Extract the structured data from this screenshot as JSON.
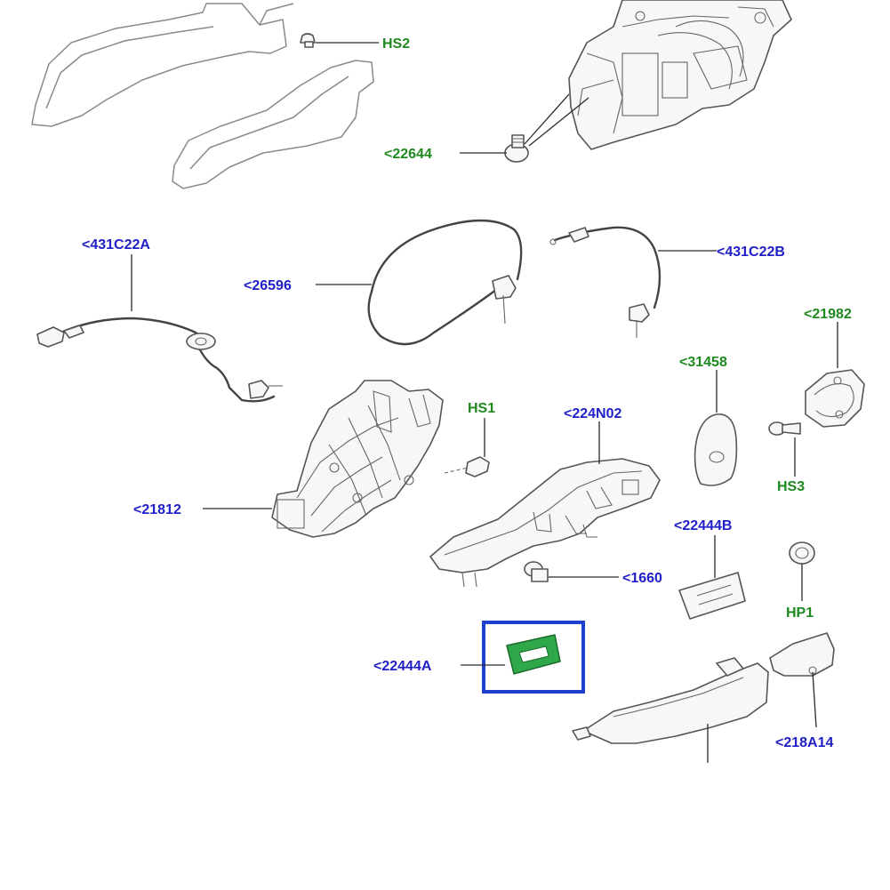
{
  "diagram": {
    "colors": {
      "part_number_label": "#2020c8",
      "hardware_label": "#1f8a1f",
      "highlight_box": "#1f3fcf",
      "highlight_part": "#2fa84a",
      "outline": "#555555"
    },
    "highlighted": "22444A",
    "labels": [
      {
        "id": "HS2",
        "text": "HS2",
        "kind": "hardware"
      },
      {
        "id": "22644",
        "text": "<22644",
        "kind": "hardware"
      },
      {
        "id": "431C22A",
        "text": "<431C22A",
        "kind": "part"
      },
      {
        "id": "26596",
        "text": "<26596",
        "kind": "part"
      },
      {
        "id": "431C22B",
        "text": "<431C22B",
        "kind": "part"
      },
      {
        "id": "21982",
        "text": "<21982",
        "kind": "hardware"
      },
      {
        "id": "31458",
        "text": "<31458",
        "kind": "hardware"
      },
      {
        "id": "HS1",
        "text": "HS1",
        "kind": "hardware"
      },
      {
        "id": "224N02",
        "text": "<224N02",
        "kind": "part"
      },
      {
        "id": "21812",
        "text": "<21812",
        "kind": "part"
      },
      {
        "id": "HS3",
        "text": "HS3",
        "kind": "hardware"
      },
      {
        "id": "22444B",
        "text": "<22444B",
        "kind": "part"
      },
      {
        "id": "1660",
        "text": "<1660",
        "kind": "part"
      },
      {
        "id": "HP1",
        "text": "HP1",
        "kind": "hardware"
      },
      {
        "id": "22444A",
        "text": "<22444A",
        "kind": "part"
      },
      {
        "id": "218A14",
        "text": "<218A14",
        "kind": "part"
      }
    ]
  }
}
